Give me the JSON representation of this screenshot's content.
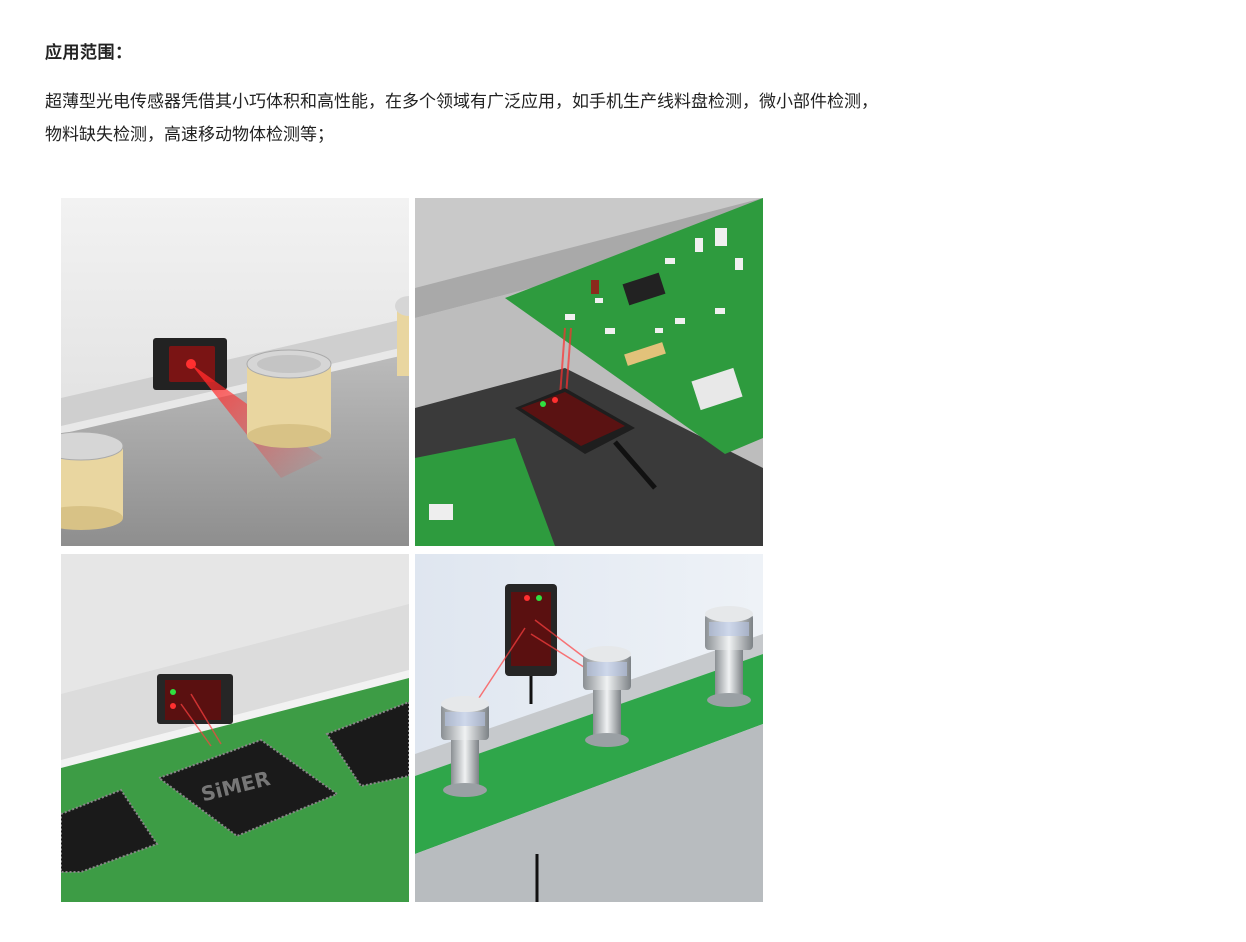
{
  "section": {
    "heading": "应用范围：",
    "lines": [
      "超薄型光电传感器凭借其小巧体积和高性能，在多个领域有广泛应用，如手机生产线料盘检测，微小部件检测，",
      "物料缺失检测，高速移动物体检测等；"
    ]
  },
  "images": [
    {
      "id": "can-conveyor-detection"
    },
    {
      "id": "pcb-board-detection"
    },
    {
      "id": "chip-tray-detection",
      "chip_label": "SiMER"
    },
    {
      "id": "bolt-presence-detection"
    }
  ],
  "colors": {
    "pcb_green": "#2e9b3e",
    "laser_red": "#e02020",
    "sensor_body": "#1e1e1e",
    "metal_grey": "#b8bcbf"
  }
}
